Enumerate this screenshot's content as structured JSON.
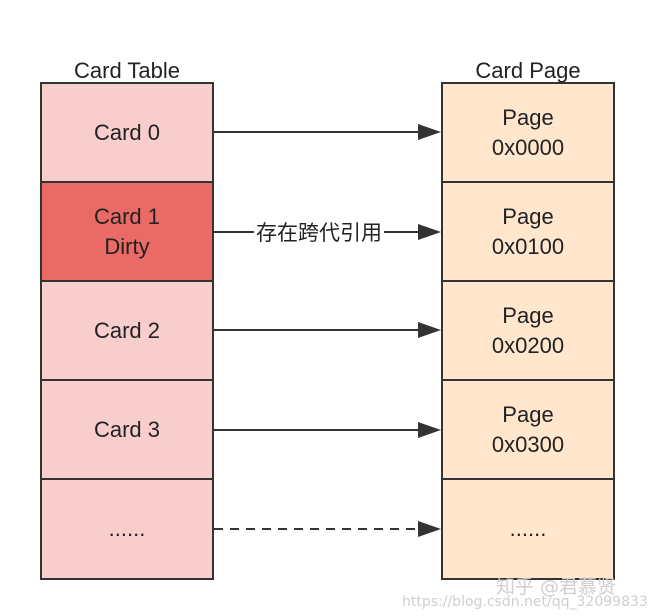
{
  "card_table": {
    "title": "Card Table",
    "cards": [
      {
        "lines": [
          "Card 0",
          ""
        ],
        "state": "clean"
      },
      {
        "lines": [
          "Card 1",
          "Dirty"
        ],
        "state": "dirty"
      },
      {
        "lines": [
          "Card 2",
          ""
        ],
        "state": "clean"
      },
      {
        "lines": [
          "Card 3",
          ""
        ],
        "state": "clean"
      },
      {
        "lines": [
          "......",
          ""
        ],
        "state": "clean"
      }
    ]
  },
  "card_page": {
    "title": "Card Page",
    "pages": [
      {
        "lines": [
          "Page",
          "0x0000"
        ]
      },
      {
        "lines": [
          "Page",
          "0x0100"
        ]
      },
      {
        "lines": [
          "Page",
          "0x0200"
        ]
      },
      {
        "lines": [
          "Page",
          "0x0300"
        ]
      },
      {
        "lines": [
          "......",
          ""
        ]
      }
    ]
  },
  "edges": [
    {
      "from": "Card 0",
      "to": "Page 0x0000",
      "style": "solid",
      "label": ""
    },
    {
      "from": "Card 1",
      "to": "Page 0x0100",
      "style": "solid",
      "label": "存在跨代引用"
    },
    {
      "from": "Card 2",
      "to": "Page 0x0200",
      "style": "solid",
      "label": ""
    },
    {
      "from": "Card 3",
      "to": "Page 0x0300",
      "style": "solid",
      "label": ""
    },
    {
      "from": "......",
      "to": "......",
      "style": "dashed",
      "label": ""
    }
  ],
  "watermarks": {
    "primary": "知乎 @君慕贤",
    "secondary": "https://blog.csdn.net/qq_32099833"
  },
  "colors": {
    "card_clean": "#f8cecc",
    "card_dirty": "#ea6b66",
    "page": "#ffe6cc",
    "border": "#333333",
    "arrow": "#333333"
  }
}
